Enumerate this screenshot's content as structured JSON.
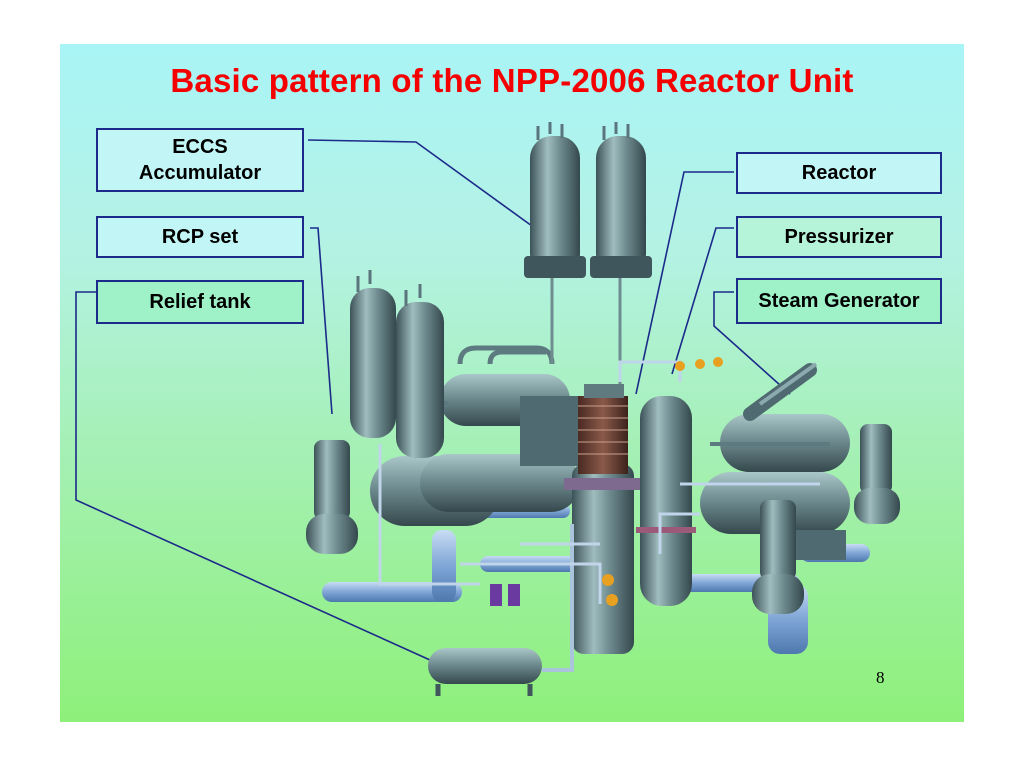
{
  "slide": {
    "title": "Basic pattern of the NPP-2006 Reactor Unit",
    "page_number": "8",
    "labels": {
      "eccs_accumulator": "ECCS\nAccumulator",
      "rcp_set": "RCP set",
      "relief_tank": "Relief tank",
      "reactor": "Reactor",
      "pressurizer": "Pressurizer",
      "steam_generator": "Steam Generator"
    }
  },
  "colors": {
    "title": "#f40000",
    "label_border": "#1c2a8a",
    "leader_line": "#1c2a8a",
    "equipment": "#4f6a70",
    "equipment_highlight": "#a7c4c6",
    "piping": "#7fa6d6"
  }
}
